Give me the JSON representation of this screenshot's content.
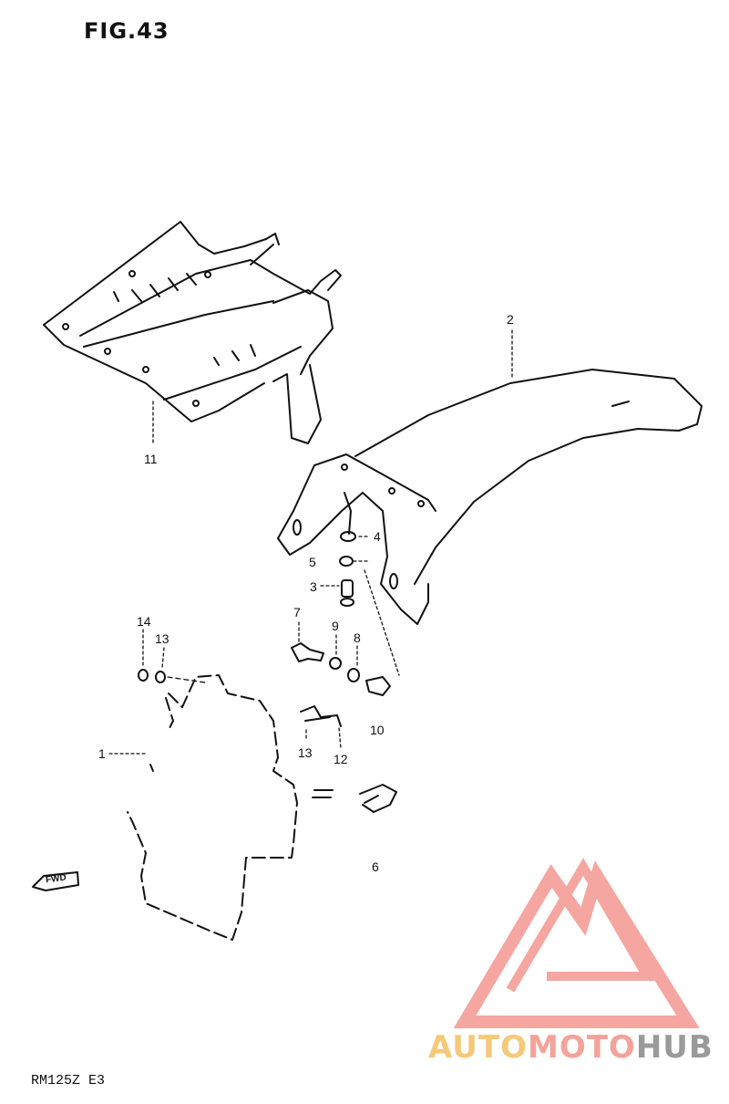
{
  "figure": {
    "title": "FIG.43",
    "model_code": "RM125Z E3"
  },
  "direction_marker": {
    "label": "FWD",
    "icon": "forward-arrow-icon"
  },
  "callouts": {
    "c1": "1",
    "c2": "2",
    "c3": "3",
    "c4": "4",
    "c5": "5",
    "c6": "6",
    "c7": "7",
    "c8": "8",
    "c9": "9",
    "c10": "10",
    "c11": "11",
    "c12": "12",
    "c13a": "13",
    "c13b": "13",
    "c14": "14"
  },
  "watermark": {
    "part1": "AUTO",
    "part2": "MOTO",
    "part3": "HUB",
    "colors": {
      "auto": "#f5c97a",
      "moto": "#f4a29a",
      "hub": "#9a9a9a",
      "triangle": "#f6a6a0"
    }
  }
}
